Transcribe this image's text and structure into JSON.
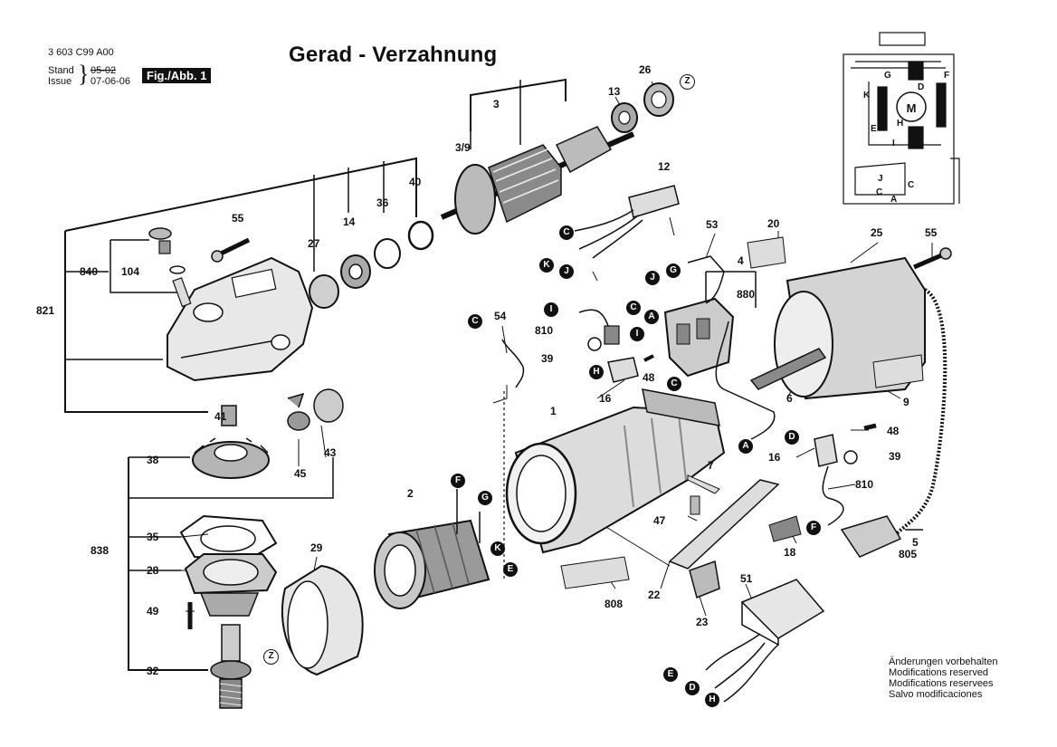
{
  "header": {
    "part_number": "3 603 C99 A00",
    "stand_label": "Stand",
    "issue_label": "Issue",
    "date_old": "05-02",
    "date_new": "07-06-06",
    "fig_label": "Fig./Abb. 1",
    "title": "Gerad - Verzahnung"
  },
  "disclaimer": [
    "Änderungen vorbehalten",
    "Modifications reserved",
    "Modifications reservees",
    "Salvo modificaciones"
  ],
  "part_labels": {
    "p3": "3",
    "p3_9": "3/9",
    "p13": "13",
    "p26": "26",
    "p12": "12",
    "p53": "53",
    "p20": "20",
    "p25": "25",
    "p55b": "55",
    "p4": "4",
    "p880": "880",
    "p55": "55",
    "p27": "27",
    "p14": "14",
    "p36": "36",
    "p40": "40",
    "p840": "840",
    "p104": "104",
    "p821": "821",
    "p54": "54",
    "p810a": "810",
    "p39a": "39",
    "p48a": "48",
    "p16a": "16",
    "p6": "6",
    "p9": "9",
    "p41": "41",
    "p43": "43",
    "p45": "45",
    "p38": "38",
    "p1": "1",
    "p48b": "48",
    "p16b": "16",
    "p39b": "39",
    "p7": "7",
    "p810b": "810",
    "p2": "2",
    "p47": "47",
    "p18": "18",
    "p5": "5",
    "p805": "805",
    "p838": "838",
    "p35": "35",
    "p28": "28",
    "p29": "29",
    "p49": "49",
    "p808": "808",
    "p22": "22",
    "p23": "23",
    "p51": "51",
    "p32": "32"
  },
  "connector_letters": {
    "c_wire": "C",
    "k_wire": "K",
    "j_wire": "J",
    "j_53": "J",
    "g_53": "G",
    "i_810": "I",
    "c_sw": "C",
    "a_sw": "A",
    "c_sw2": "C",
    "i_48": "I",
    "h_16": "H",
    "c_54": "C",
    "a_lead": "A",
    "d_16b": "D",
    "f_810b": "F",
    "f_stator": "F",
    "g_stator": "G",
    "k_stator": "K",
    "e_stator": "E",
    "e_51": "E",
    "d_51": "D",
    "h_51": "H",
    "z_top": "Z",
    "z_29": "Z"
  },
  "schematic": {
    "motor": "M",
    "letters": [
      "G",
      "D",
      "F",
      "K",
      "E",
      "H",
      "I",
      "J",
      "C",
      "C",
      "A"
    ]
  },
  "colors": {
    "ink": "#111111",
    "paper": "#ffffff",
    "shade": "#6b6b6b",
    "light": "#d9d9d9"
  }
}
